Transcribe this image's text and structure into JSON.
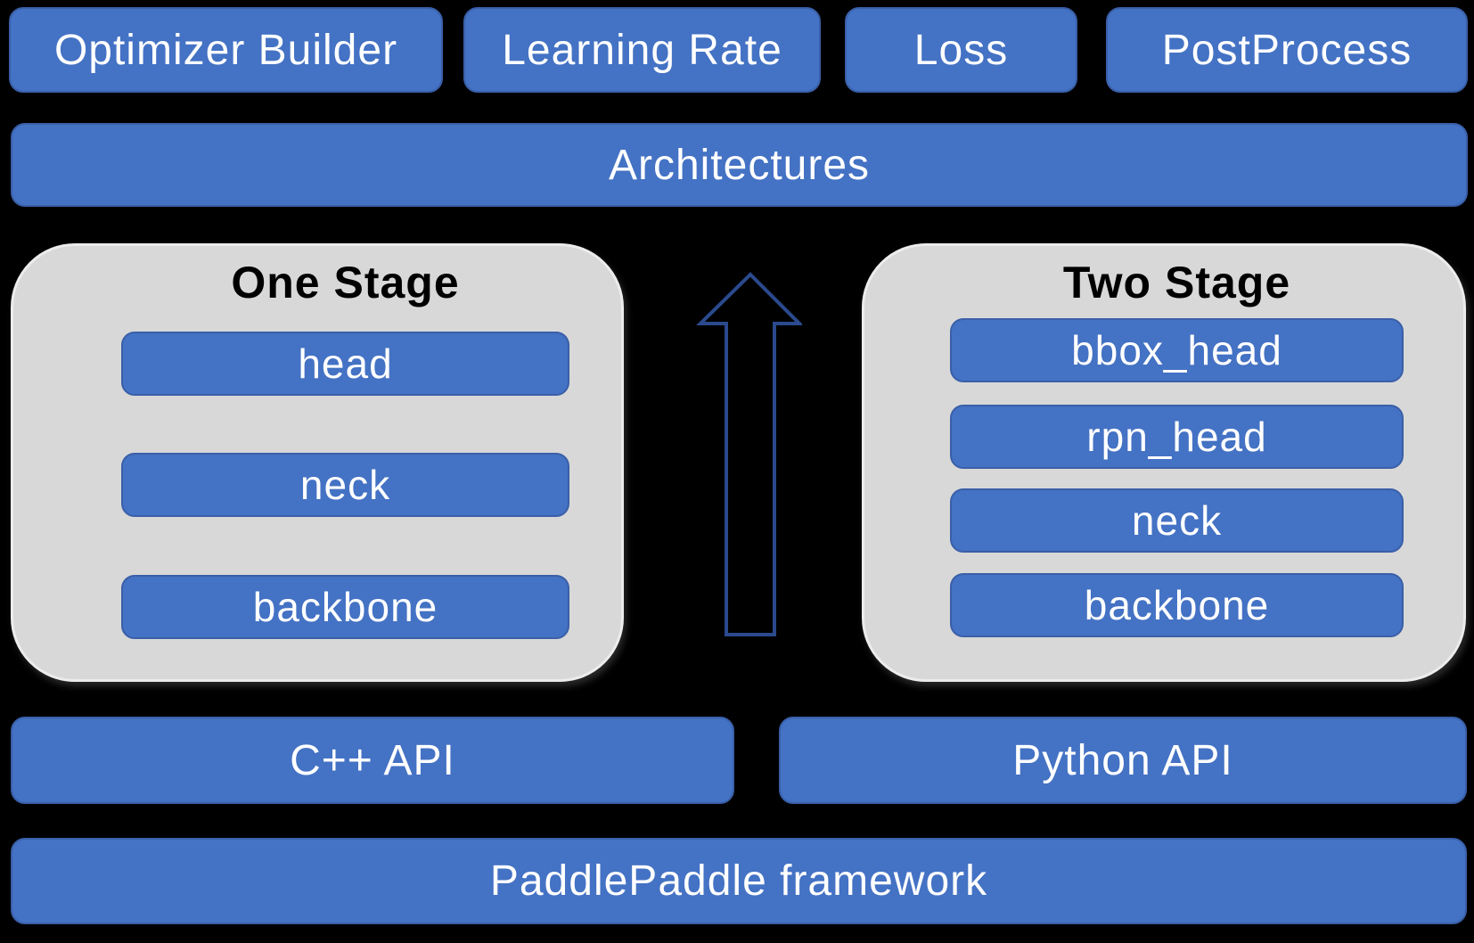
{
  "colors": {
    "background": "#000000",
    "box_blue": "#4472C4",
    "box_blue_border": "#3A5FA8",
    "panel_gray": "#D8D8D8",
    "panel_gray_border": "#ECECEC",
    "arrow_outline": "#2B4A8E",
    "text_white": "#FFFFFF",
    "text_black": "#000000"
  },
  "top_row": {
    "items": [
      "Optimizer Builder",
      "Learning Rate",
      "Loss",
      "PostProcess"
    ]
  },
  "architectures_label": "Architectures",
  "one_stage": {
    "title": "One Stage",
    "layers": [
      "head",
      "neck",
      "backbone"
    ]
  },
  "two_stage": {
    "title": "Two Stage",
    "layers": [
      "bbox_head",
      "rpn_head",
      "neck",
      "backbone"
    ]
  },
  "arrow": {
    "direction": "up"
  },
  "api_row": {
    "cpp": "C++ API",
    "python": "Python API"
  },
  "framework_label": "PaddlePaddle framework"
}
